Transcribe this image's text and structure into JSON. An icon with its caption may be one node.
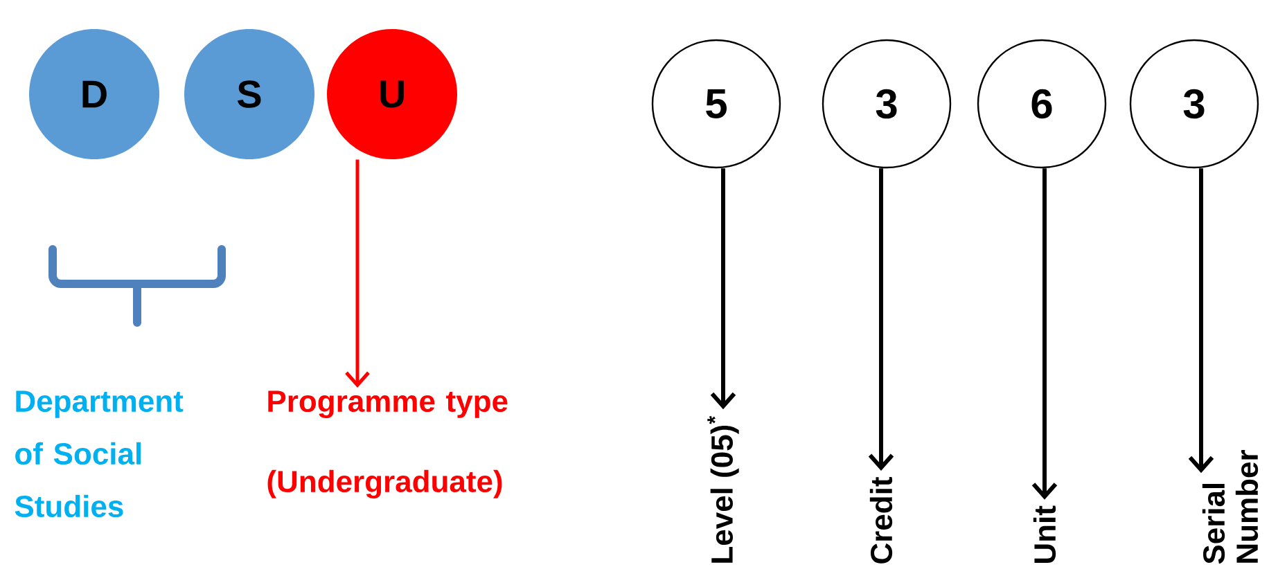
{
  "diagram": {
    "nodes": [
      {
        "text": [
          "D"
        ]
      },
      {
        "text": [
          "S"
        ]
      },
      {
        "text": [
          "U"
        ]
      },
      {
        "text": [
          "5"
        ]
      },
      {
        "text": [
          "3"
        ]
      },
      {
        "text": [
          "6"
        ]
      },
      {
        "text": [
          "3"
        ]
      },
      {
        "text": [
          "Department of Social Studies"
        ]
      },
      {
        "text": [
          "Programme type (Undergraduate)"
        ]
      },
      {
        "text": [
          "Level (05)$^{*}$"
        ]
      },
      {
        "text": [
          "Credit"
        ]
      },
      {
        "text": [
          "Unit"
        ]
      },
      {
        "text": [
          "Serial Number"
        ]
      }
    ],
    "edges": [
      {
        "from": 2,
        "to": 8,
        "arrow": "to",
        "color": "#ff0000"
      },
      {
        "from": 3,
        "to": 9,
        "arrow": "to"
      },
      {
        "from": 4,
        "to": 10,
        "arrow": "to"
      },
      {
        "from": 5,
        "to": 11,
        "arrow": "to"
      },
      {
        "from": 6,
        "to": 12,
        "arrow": "to"
      }
    ]
  }
}
